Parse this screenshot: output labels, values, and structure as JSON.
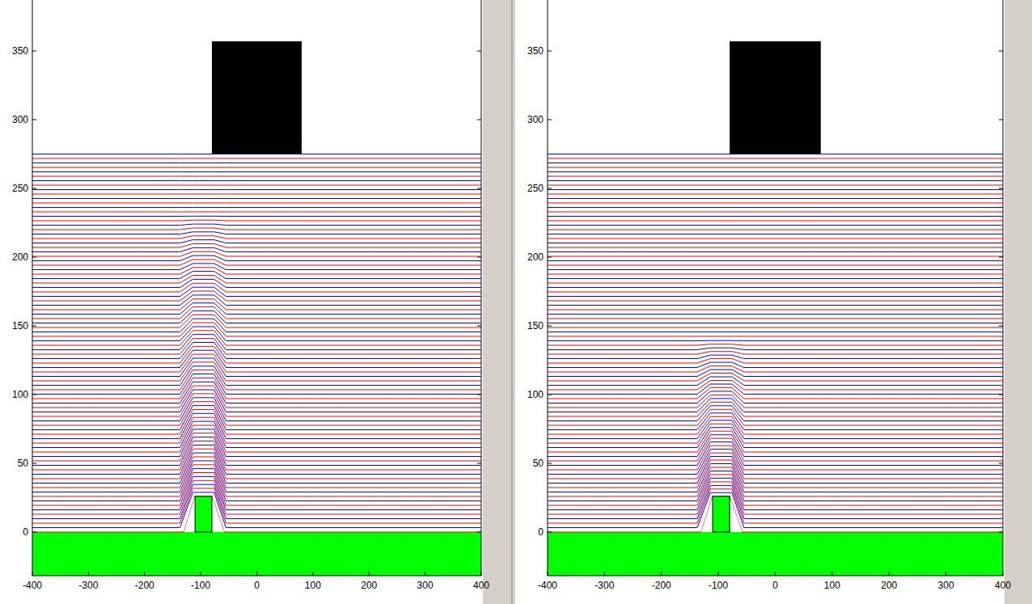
{
  "diagram": {
    "labels": [
      "350",
      "300",
      "250",
      "200",
      "150",
      "100",
      "50",
      "0",
      "-400",
      "-300",
      "-200",
      "-100",
      "0",
      "100",
      "200",
      "300",
      "400",
      "350",
      "300",
      "250",
      "200",
      "150",
      "100",
      "50",
      "0",
      "-400",
      "-300",
      "-200",
      "-100",
      "0",
      "100",
      "200",
      "300",
      "400"
    ]
  }
}
